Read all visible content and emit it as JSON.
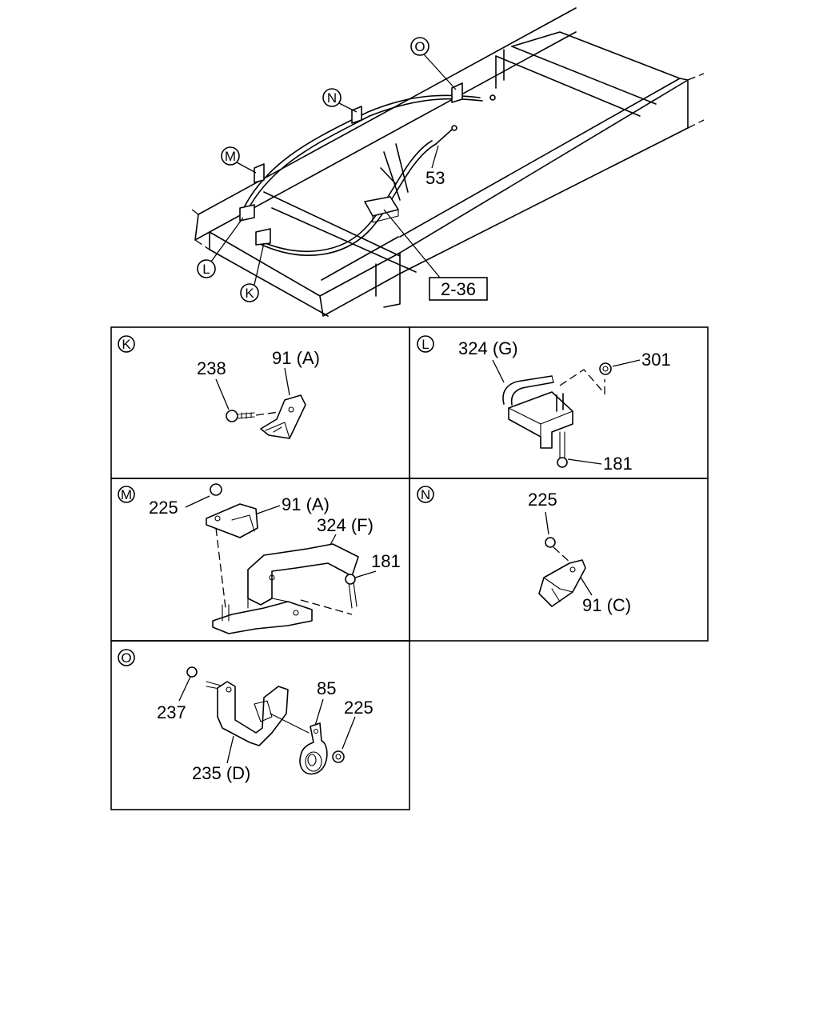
{
  "overview": {
    "callouts": {
      "o": "O",
      "n": "N",
      "m": "M",
      "l": "L",
      "k": "K"
    },
    "part_53": "53",
    "ref_box": "2-36"
  },
  "panels": {
    "k": {
      "tag": "K",
      "labels": {
        "p238": "238",
        "p91a": "91 (A)"
      }
    },
    "l": {
      "tag": "L",
      "labels": {
        "p324g": "324 (G)",
        "p301": "301",
        "p181": "181"
      }
    },
    "m": {
      "tag": "M",
      "labels": {
        "p225": "225",
        "p91a": "91 (A)",
        "p324f": "324 (F)",
        "p181": "181"
      }
    },
    "n": {
      "tag": "N",
      "labels": {
        "p225": "225",
        "p91c": "91 (C)"
      }
    },
    "o": {
      "tag": "O",
      "labels": {
        "p237": "237",
        "p85": "85",
        "p225": "225",
        "p235d": "235 (D)"
      }
    }
  }
}
